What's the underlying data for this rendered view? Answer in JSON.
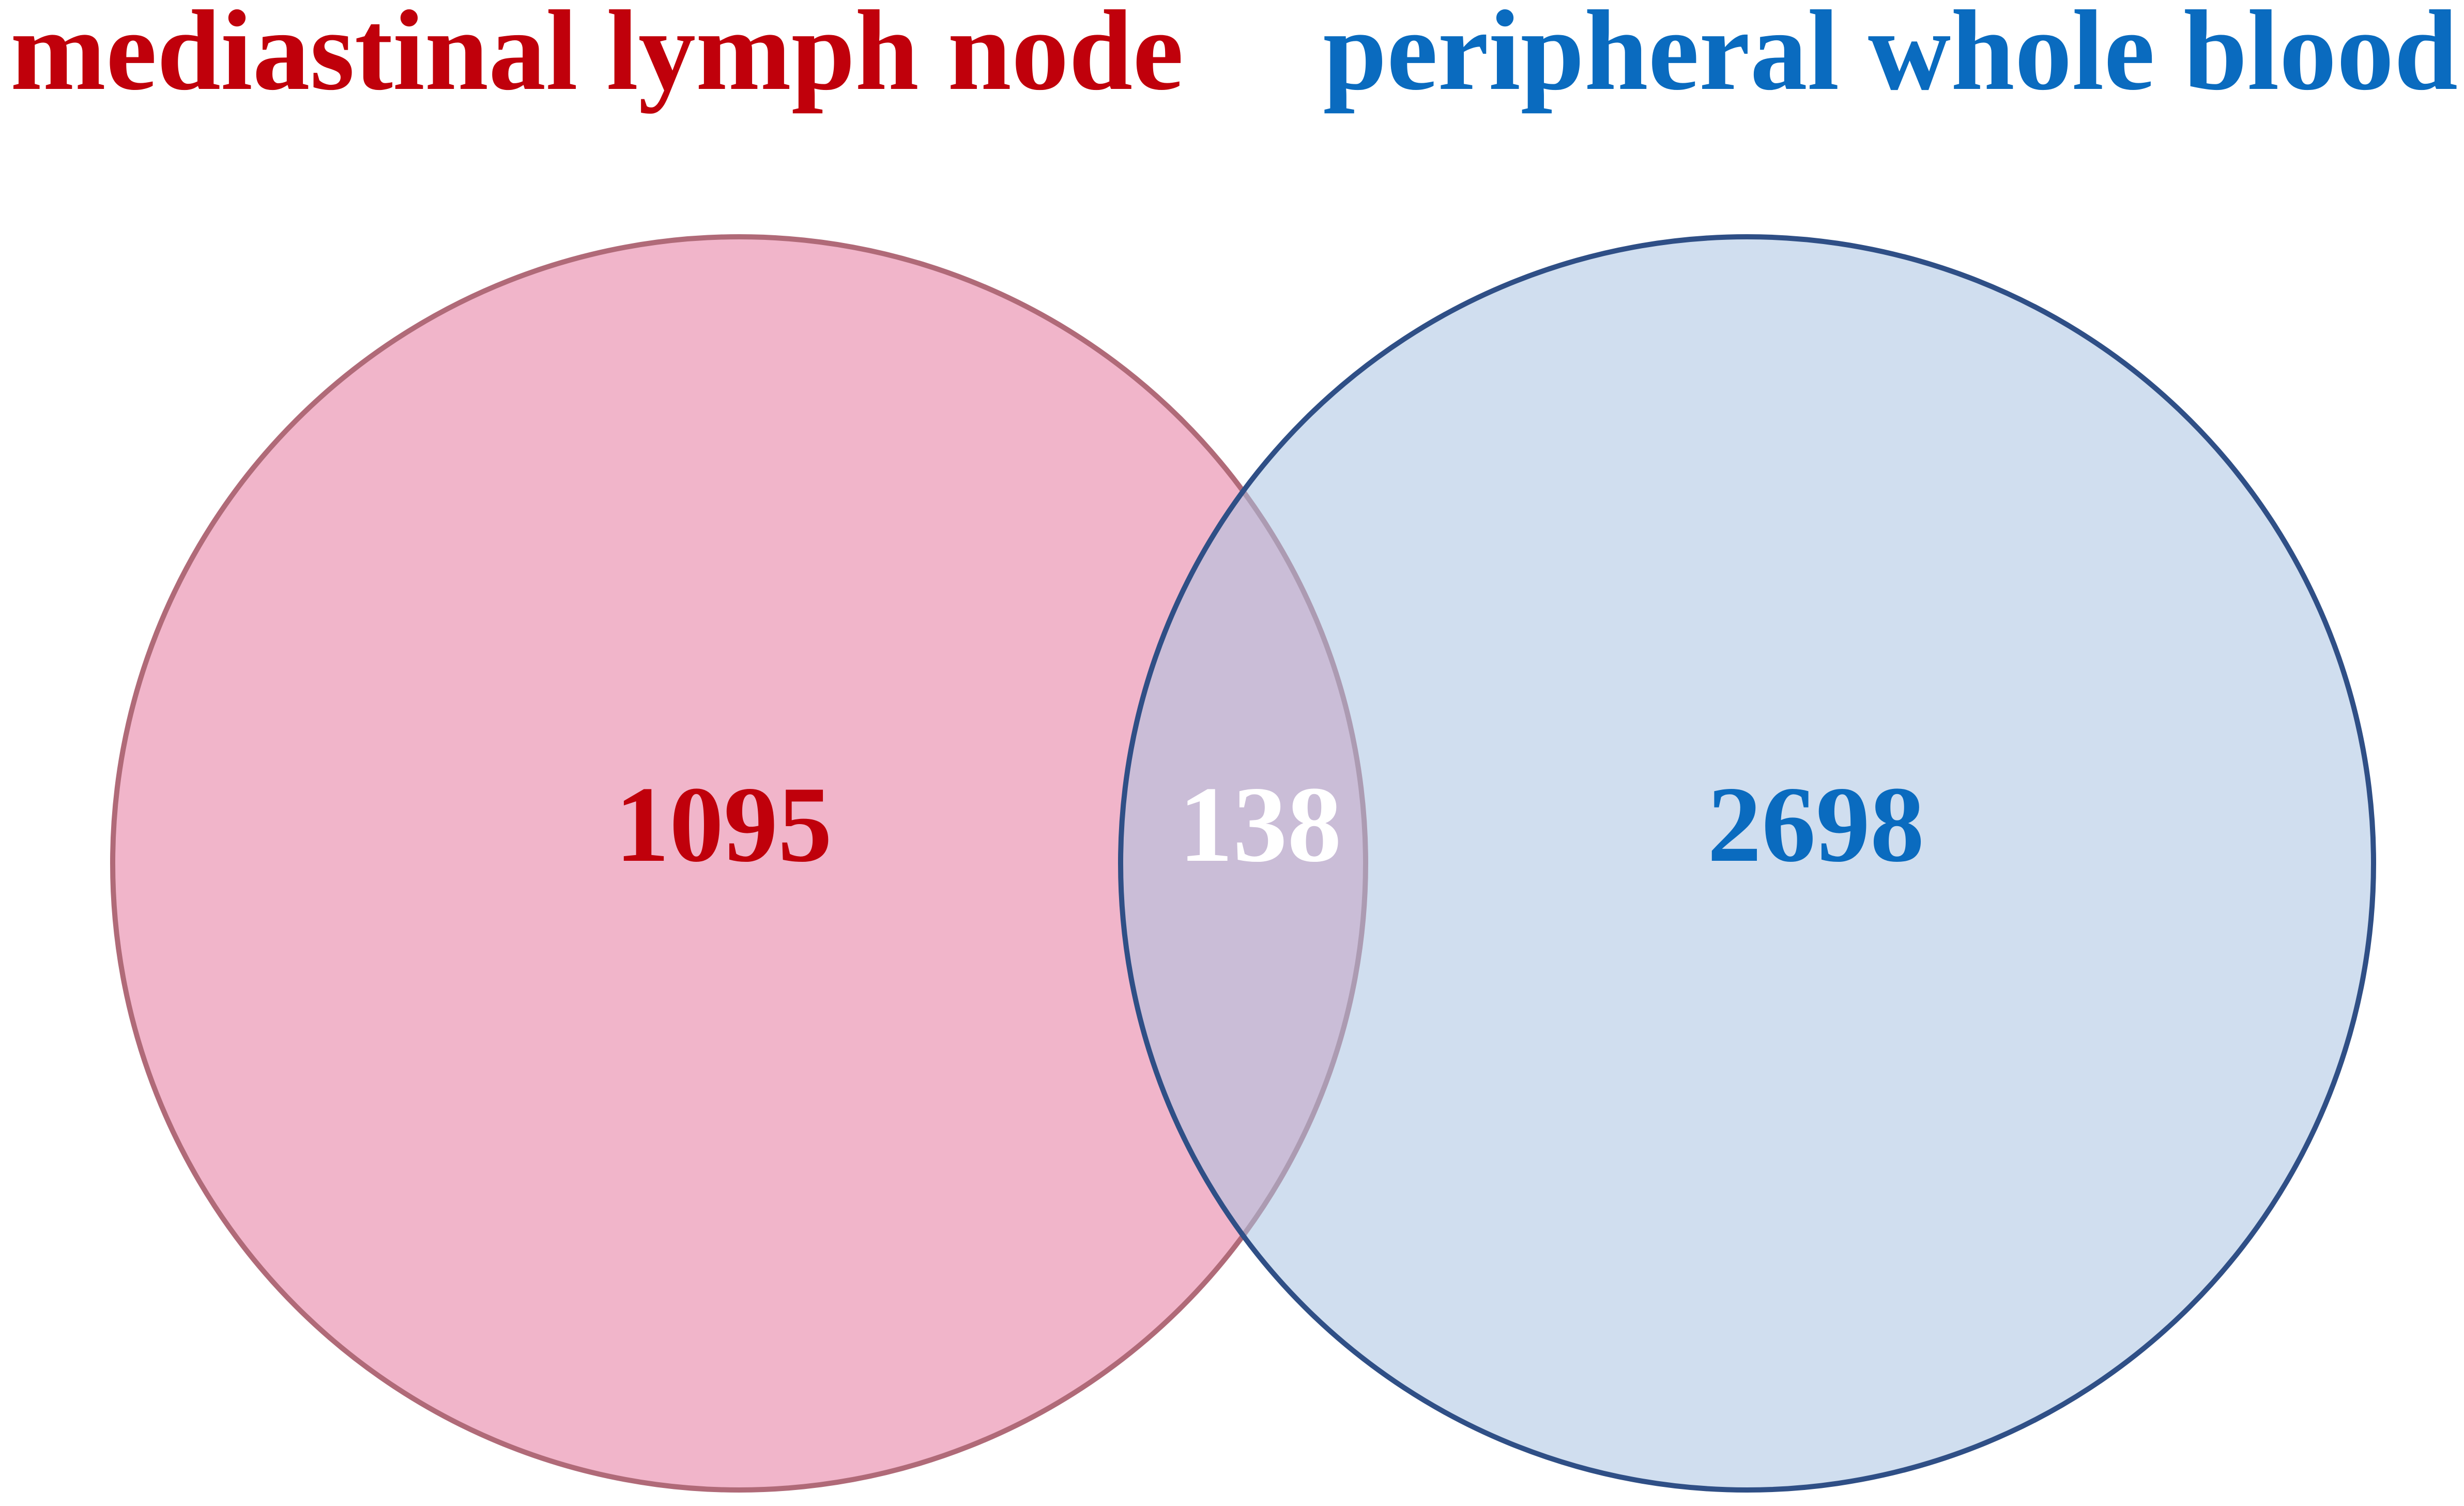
{
  "diagram": {
    "type": "venn",
    "sets": [
      {
        "id": "left",
        "label": "mediastinal lymph node",
        "unique_count": "1095",
        "label_color": "#c0000b",
        "fill_color": "#e6799f",
        "fill_opacity": 0.55,
        "stroke_color": "#b06a78"
      },
      {
        "id": "right",
        "label": "peripheral whole blood",
        "unique_count": "2698",
        "label_color": "#0a6bbf",
        "fill_color": "#a9c3e2",
        "fill_opacity": 0.55,
        "stroke_color": "#2f4f86"
      }
    ],
    "intersection": {
      "count": "138",
      "label_color": "#ffffff"
    }
  }
}
